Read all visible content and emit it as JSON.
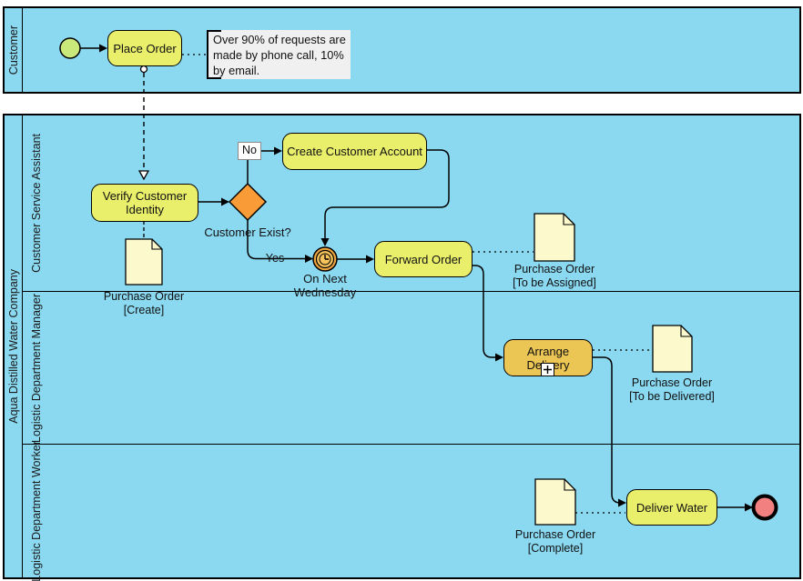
{
  "colors": {
    "canvas": "#ffffff",
    "pool-fill": "#8ad9f1",
    "task-fill": "#e9ef6b",
    "task-gold": "#ecc654",
    "doc-fill": "#fcfacd",
    "annotation-fill": "#f0f0f0",
    "gateway-fill": "#f99c38",
    "start-fill": "#c9e97a",
    "end-fill": "#f28080",
    "timer-fill": "#efa53f",
    "timer-inner": "#f6c35c",
    "label-bg": "#ffffff"
  },
  "pools": {
    "customer": {
      "label": "Customer"
    },
    "company": {
      "label": "Aqua Distilled Water Company",
      "lanes": {
        "assistant": "Customer Service Assistant",
        "manager": "Logistic Department Manager",
        "worker": "Logistic Department Worker"
      }
    }
  },
  "nodes": {
    "place_order": "Place Order",
    "verify_customer_identity": "Verify Customer Identity",
    "create_customer_account": "Create Customer Account",
    "forward_order": "Forward Order",
    "arrange_delivery": "Arrange Delivery",
    "deliver_water": "Deliver Water",
    "gateway_label": "Customer Exist?",
    "timer_label": "On Next Wednesday"
  },
  "flows": {
    "yes": "Yes",
    "no": "No"
  },
  "annotation": {
    "text": "Over 90% of requests are made by phone call, 10% by email."
  },
  "documents": {
    "create": {
      "name": "Purchase Order",
      "state": "[Create]"
    },
    "to_be_assigned": {
      "name": "Purchase Order",
      "state": "[To be Assigned]"
    },
    "to_be_delivered": {
      "name": "Purchase Order",
      "state": "[To be Delivered]"
    },
    "complete": {
      "name": "Purchase Order",
      "state": "[Complete]"
    }
  }
}
